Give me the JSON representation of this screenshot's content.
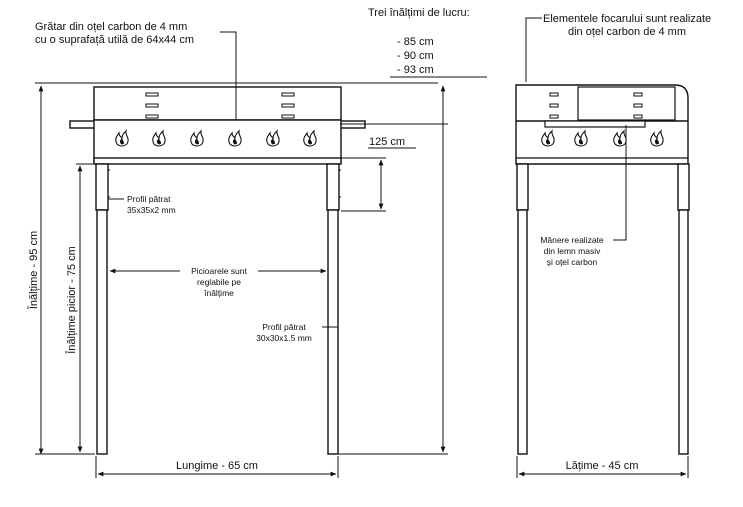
{
  "labels": {
    "grate_line1": "Grătar din oțel carbon de 4 mm",
    "grate_line2": "cu o suprafață utilă de 64x44 cm",
    "heights_title": "Trei înălțimi de lucru:",
    "height_85": "- 85 cm",
    "height_90": "- 90 cm",
    "height_93": "- 93 cm",
    "firebox_line1": "Elementele focarului sunt realizate",
    "firebox_line2": "din oțel carbon de 4 mm",
    "dim_125": "125 cm",
    "profile_35_line1": "Profil pătrat",
    "profile_35_line2": "35x35x2 mm",
    "legs_line1": "Picioarele sunt",
    "legs_line2": "reglabile pe",
    "legs_line3": "înălțime",
    "profile_30_line1": "Profil pătrat",
    "profile_30_line2": "30x30x1.5 mm",
    "handles_line1": "Mânere realizate",
    "handles_line2": "din lemn masiv",
    "handles_line3": "și oțel carbon",
    "height_total": "Înălțime - 95 cm",
    "height_leg": "Înălțime picior - 75 cm",
    "length": "Lungime - 65 cm",
    "width": "Lățime - 45 cm"
  }
}
